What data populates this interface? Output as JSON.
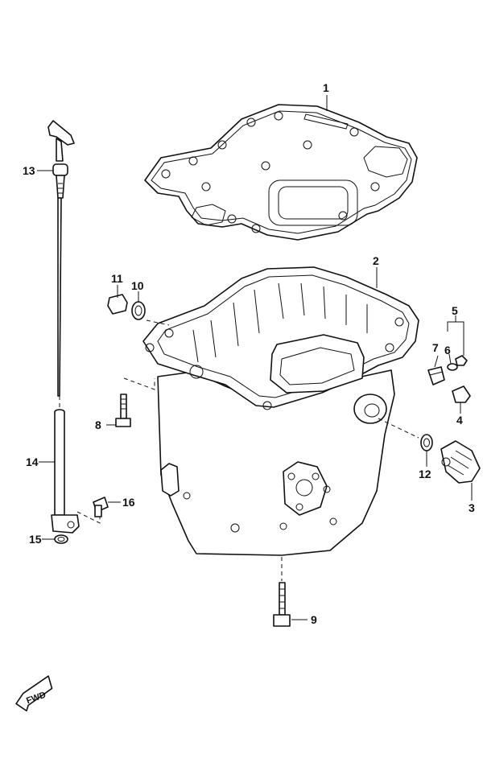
{
  "callouts": {
    "p1": "1",
    "p2": "2",
    "p3": "3",
    "p4": "4",
    "p5": "5",
    "p6": "6",
    "p7": "7",
    "p8": "8",
    "p9": "9",
    "p10": "10",
    "p11": "11",
    "p12": "12",
    "p13": "13",
    "p14": "14",
    "p15": "15",
    "p16": "16"
  },
  "direction_arrow": {
    "label": "FWD"
  }
}
